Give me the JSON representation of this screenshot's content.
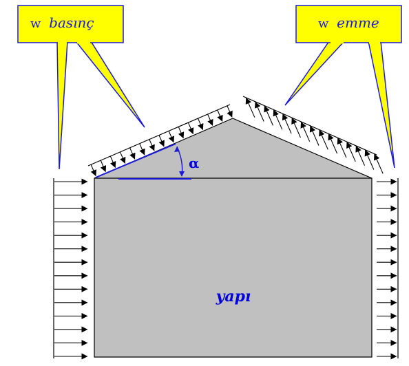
{
  "labels": {
    "pressure_prefix": "w",
    "pressure_word": "basınç",
    "suction_prefix": "w",
    "suction_word": "emme",
    "angle": "α",
    "structure": "yapı"
  },
  "colors": {
    "structure_fill": "#c0c0c0",
    "structure_stroke": "#000000",
    "callout_fill": "#ffff00",
    "callout_stroke": "#1a1ad8",
    "label_blue": "#0000e0",
    "arrow": "#000000",
    "background": "#ffffff"
  },
  "diagram": {
    "left_wall_arrows": 14,
    "right_wall_arrows": 14,
    "left_roof_arrows": 15,
    "right_roof_arrows": 15,
    "left_wall_direction": "inward",
    "right_wall_direction": "outward",
    "left_roof_direction": "inward",
    "right_roof_direction": "outward"
  }
}
